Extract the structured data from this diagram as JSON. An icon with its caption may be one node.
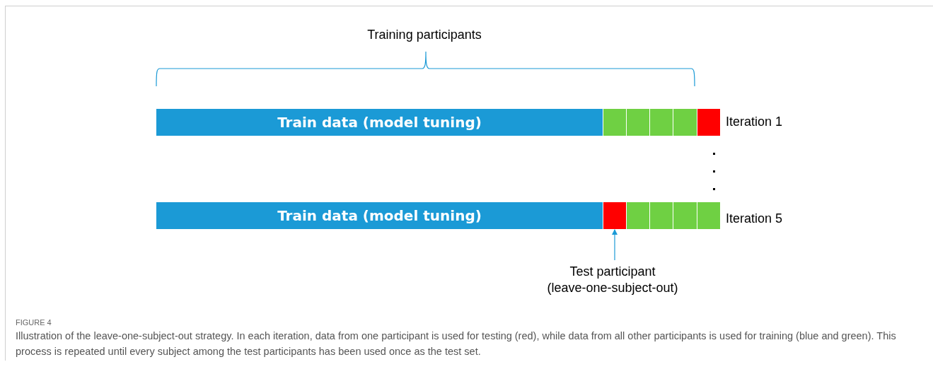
{
  "diagram": {
    "caption": "Illustration of the leave-one-subject-out strategy. In each iteration, data from one participant is used for testing (red), while data from all other participants is used for training (blue and green). This process is repeated until every subject among the test participants has been used once as the test set.",
    "nodes": [
      {
        "text": [
          "Train data (model tuning)"
        ]
      },
      {
        "text": [],
        "shape": "box"
      },
      {
        "text": [],
        "shape": "box"
      },
      {
        "text": [],
        "shape": "box"
      },
      {
        "text": [],
        "shape": "box"
      },
      {
        "text": [],
        "shape": "box"
      },
      {
        "text": [
          "Train data (model tuning)"
        ]
      },
      {
        "text": [],
        "shape": "box"
      },
      {
        "text": [],
        "shape": "box"
      },
      {
        "text": [],
        "shape": "box"
      },
      {
        "text": [],
        "shape": "box"
      },
      {
        "text": [],
        "shape": "box"
      },
      {
        "text": [
          "Test participant (leave-one-subject-out)"
        ]
      }
    ],
    "edges": [
      {
        "from": 12,
        "to": 7,
        "arrow": "to"
      }
    ],
    "labels": [
      "Training participants",
      "Iteration 1",
      "Iteration 5",
      "FIGURE 4"
    ]
  }
}
